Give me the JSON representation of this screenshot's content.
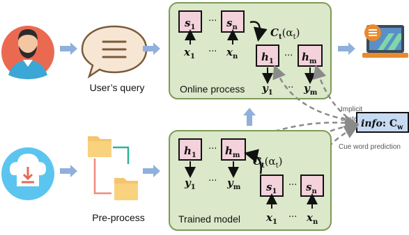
{
  "labels": {
    "users_query": "User’s query",
    "online_process": "Online process",
    "pre_process": "Pre-process",
    "trained_model": "Trained model",
    "implicit_1": "Implicit",
    "implicit_2": "content introducing",
    "cue_word": "Cue word prediction"
  },
  "math": {
    "s1": "s",
    "s1_sub": "1",
    "sn": "s",
    "sn_sub": "n",
    "x1": "x",
    "x1_sub": "1",
    "xn": "x",
    "xn_sub": "n",
    "h1": "h",
    "h1_sub": "1",
    "hm": "h",
    "hm_sub": "m",
    "y1": "y",
    "y1_sub": "1",
    "ym": "y",
    "ym_sub": "m",
    "ct": "C",
    "ct_sub": "t",
    "ct_arg": "(α",
    "ct_arg_sub": "t",
    "ct_close": ")",
    "info": "info",
    "info_colon": ": C",
    "info_sub": "w",
    "ellipsis": "···"
  },
  "colors": {
    "process_box_fill": "#dbe8c9",
    "process_box_stroke": "#7d9a58",
    "node_fill": "#f3d2dc",
    "info_fill": "#c7daf3",
    "arrow_blue": "#8fb0dc",
    "dashed_gray": "#8a8a8a",
    "user_bg": "#ea6a51",
    "cloud_bg": "#5cc5ef",
    "speech_fill": "#f6e6d3",
    "speech_stroke": "#7a5a3a",
    "folder_fill": "#f5c46c",
    "laptop_accent": "#e98a2f"
  },
  "icons": [
    "user-avatar-icon",
    "speech-bubble-icon",
    "cloud-download-icon",
    "folders-icon",
    "laptop-icon"
  ]
}
